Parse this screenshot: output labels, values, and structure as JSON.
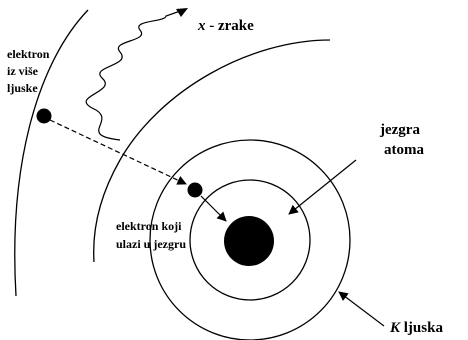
{
  "labels": {
    "xray_var": "x",
    "xray_rest": " - zrake",
    "outer_electron": [
      "elektron",
      "iz više",
      "ljuske"
    ],
    "capture_electron": [
      "elektron koji",
      "ulazi u jezgru"
    ],
    "nucleus": [
      "jezgra",
      "atoma"
    ],
    "k_shell_var": "K",
    "k_shell_rest": " ljuska"
  },
  "colors": {
    "ink": "#000000",
    "background": "#ffffff"
  }
}
